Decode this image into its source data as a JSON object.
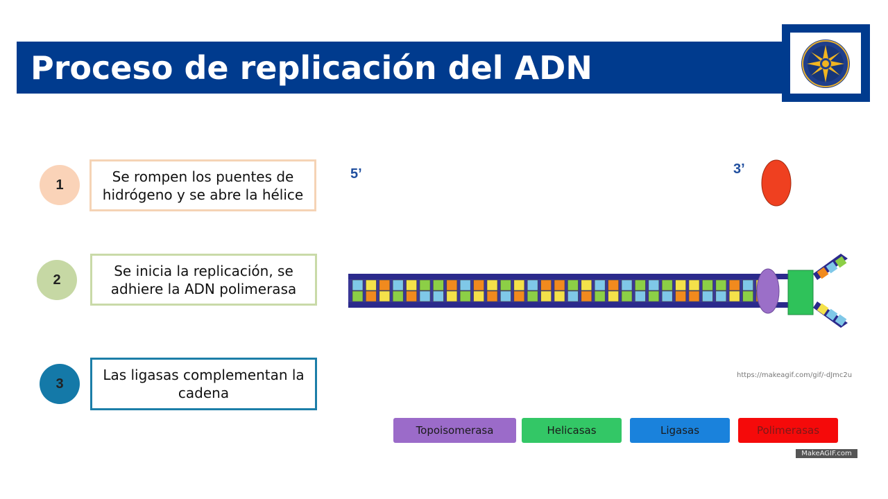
{
  "header": {
    "title": "Proceso de replicación del ADN",
    "logo": "compass-star-seal-icon"
  },
  "steps": [
    {
      "number": "1",
      "text": "Se rompen los puentes de hidrógeno y se abre la hélice",
      "circle_color": "#FAD3B8",
      "border_color": "#F5D3B5"
    },
    {
      "number": "2",
      "text": "Se inicia la replicación, se adhiere la ADN polimerasa",
      "circle_color": "#C6D8A4",
      "border_color": "#C9DAA8"
    },
    {
      "number": "3",
      "text": "Las ligasas complementan la cadena",
      "circle_color": "#1479A8",
      "border_color": "#1C7EA8"
    }
  ],
  "diagram": {
    "prime_5": "5’",
    "prime_3": "3’",
    "credit": "https://makeagif.com/gif/-dJmc2u",
    "watermark": "MakeAGIF.com",
    "bases": [
      "C",
      "A",
      "T",
      "C",
      "A",
      "G",
      "G",
      "T",
      "C",
      "T",
      "A",
      "G",
      "A",
      "C",
      "T",
      "T",
      "G",
      "A",
      "C",
      "T",
      "C",
      "G",
      "C",
      "G",
      "A",
      "A",
      "G",
      "G",
      "T",
      "C",
      "A"
    ],
    "colors": {
      "A": "#F4E14A",
      "T": "#F18A1E",
      "C": "#7FC8E8",
      "G": "#8CCF46",
      "backbone": "#2B2A8C",
      "polymerase": "#9B6FC8",
      "helicase": "#2FC25A",
      "topoisomerase_blob": "#EF4020"
    }
  },
  "legend": [
    {
      "label": "Topoisomerasa",
      "color": "#9B6BC9",
      "text_color": "#1a1a1a"
    },
    {
      "label": "Helicasas",
      "color": "#33C766",
      "text_color": "#1a1a1a"
    },
    {
      "label": "Ligasas",
      "color": "#1A82DC",
      "text_color": "#1a1a1a"
    },
    {
      "label": "Polimerasas",
      "color": "#F50A0A",
      "text_color": "#7a1a1a"
    }
  ]
}
